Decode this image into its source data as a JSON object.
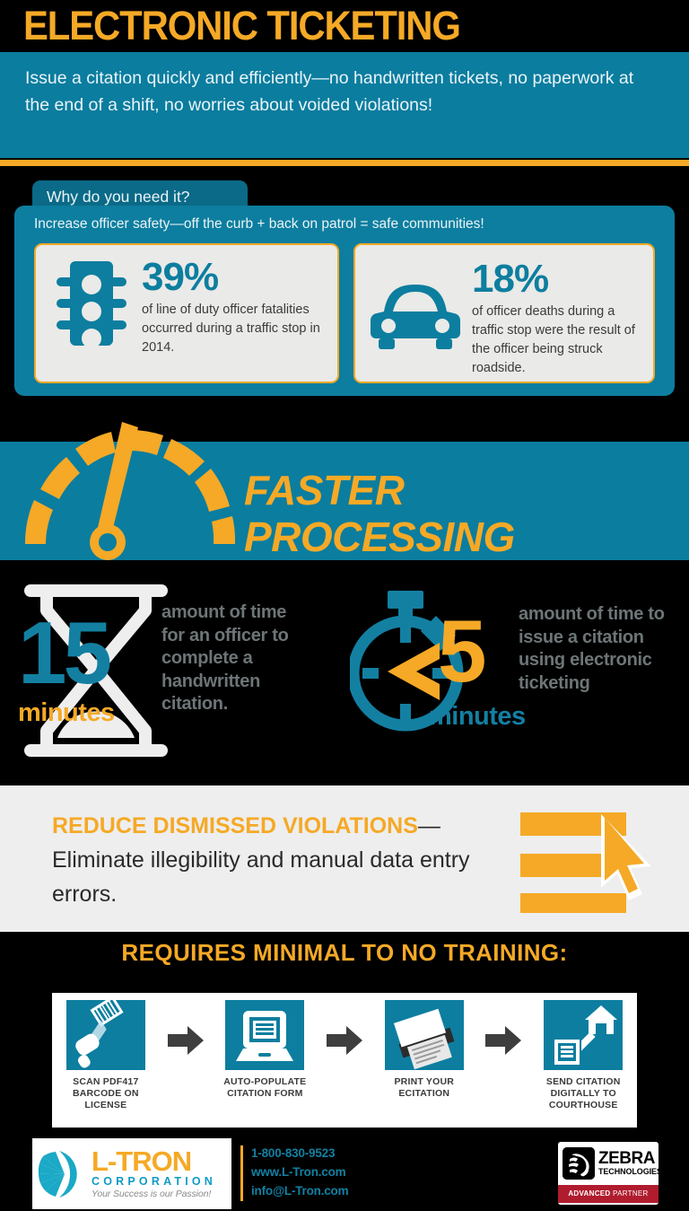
{
  "header": {
    "title": "ELECTRONIC TICKETING",
    "subtitle": "Issue a citation quickly and efficiently—no handwritten tickets, no paperwork at the end of a shift, no worries about voided violations!"
  },
  "why_section": {
    "tab_label": "Why do you need it?",
    "lead": "Increase officer safety—off the curb + back on patrol = safe communities!",
    "stats": [
      {
        "icon": "traffic-light-icon",
        "percent": "39%",
        "description": "of  line of duty officer fatalities occurred during a traffic stop in 2014."
      },
      {
        "icon": "car-icon",
        "percent": "18%",
        "description": "of officer deaths during a traffic stop were the result of the officer being struck roadside."
      }
    ]
  },
  "faster_processing": {
    "title": "FASTER PROCESSING",
    "icon": "speedometer-gauge-icon",
    "comparison": [
      {
        "icon": "hourglass-icon",
        "number": "15",
        "unit": "minutes",
        "description": "amount of time for an officer to complete a handwritten citation."
      },
      {
        "icon": "stopwatch-icon",
        "number": "5",
        "prefix": "<",
        "unit": "minutes",
        "description": "amount of time to issue a citation using electronic ticketing"
      }
    ]
  },
  "reduce_section": {
    "highlight": "REDUCE DISMISSED VIOLATIONS",
    "rest": "—Eliminate illegibility and manual data entry errors.",
    "icon": "cursor-click-list-icon"
  },
  "training_section": {
    "title": "REQUIRES MINIMAL TO NO TRAINING:",
    "steps": [
      {
        "icon": "barcode-scanner-icon",
        "label": "SCAN PDF417 BARCODE ON LICENSE"
      },
      {
        "icon": "laptop-form-icon",
        "label": "AUTO-POPULATE CITATION FORM"
      },
      {
        "icon": "printed-ticket-icon",
        "label": "PRINT YOUR ECITATION"
      },
      {
        "icon": "courthouse-upload-icon",
        "label": "SEND CITATION DIGITALLY TO COURTHOUSE"
      }
    ],
    "arrow_icon": "right-arrow-icon"
  },
  "footer": {
    "brand_name": "L-TRON",
    "brand_sub": "CORPORATION",
    "brand_tagline": "Your Success is our Passion!",
    "logo_icon": "ltron-fan-icon",
    "phone": "1-800-830-9523",
    "website": "www.L-Tron.com",
    "email": "info@L-Tron.com",
    "partner": {
      "name": "ZEBRA",
      "sub": "TECHNOLOGIES",
      "badge_bold": "ADVANCED",
      "badge_rest": "PARTNER",
      "logo_icon": "zebra-head-icon"
    }
  },
  "colors": {
    "teal": "#0d7e9f",
    "teal_dark": "#0a6a87",
    "orange": "#f5a926",
    "gray_card": "#eaeae8",
    "light_section": "#eeeeee",
    "text_gray": "#6d7577",
    "black": "#000000",
    "red": "#b01c2e"
  }
}
